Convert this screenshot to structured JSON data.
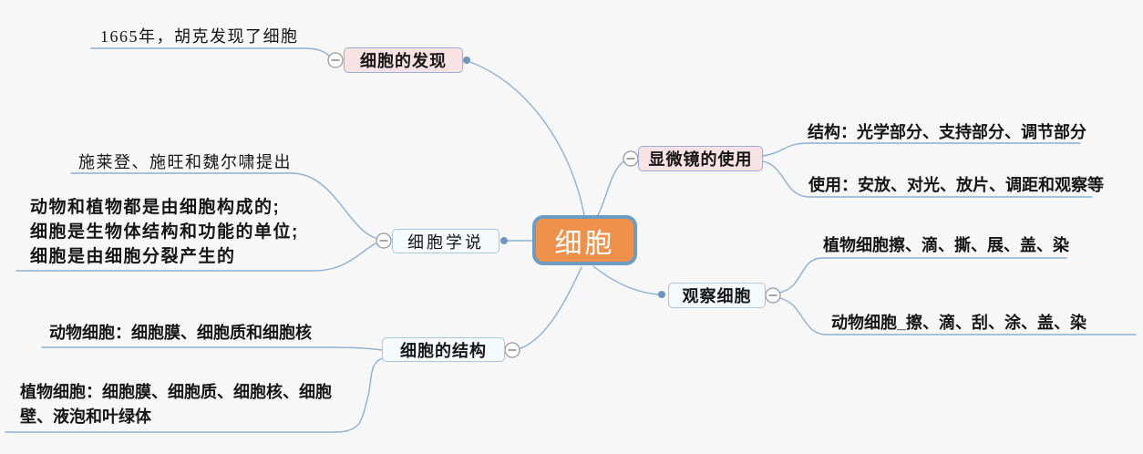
{
  "root": {
    "label": "细胞"
  },
  "branches": {
    "discovery": {
      "label": "细胞的发现",
      "children": [
        "1665年，胡克发现了细胞"
      ]
    },
    "microscope": {
      "label": "显微镜的使用",
      "children": [
        "结构：光学部分、支持部分、调节部分",
        "使用：安放、对光、放片、调距和观察等"
      ]
    },
    "theory": {
      "label": "细胞学说",
      "children": [
        "施莱登、施旺和魏尔啸提出",
        "动物和植物都是由细胞构成的;\n细胞是生物体结构和功能的单位;\n细胞是由细胞分裂产生的"
      ]
    },
    "observe": {
      "label": "观察细胞",
      "children": [
        "植物细胞擦、滴、撕、展、盖、染",
        "动物细胞_擦、滴、刮、涂、盖、染"
      ]
    },
    "structure": {
      "label": "细胞的结构",
      "children": [
        "动物细胞：细胞膜、细胞质和细胞核",
        "植物细胞：细胞膜、细胞质、细胞核、细胞壁、液泡和叶绿体"
      ]
    }
  },
  "ui": {
    "collapse_icon": "minus-circle",
    "connection_point_icon": "filled-dot"
  },
  "colors": {
    "background": "#f7f7f7",
    "edge": "#8cb0d2",
    "dot": "#6e96bf",
    "text": "#161616",
    "root-fill": "#f0914b",
    "root-border": "#6d9cc2",
    "root-text": "#ffffff",
    "pink-fill": "#f8e2e4",
    "pink-border": "#9daed5",
    "light-fill": "#f5fafd",
    "light-border": "#a9c7de"
  }
}
